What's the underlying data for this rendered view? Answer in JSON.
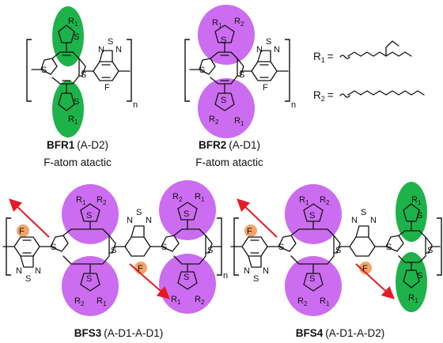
{
  "colors": {
    "green_highlight": "#1db24a",
    "purple_highlight": "#cc6cf0",
    "orange_highlight": "#f2a36a",
    "arrow_red": "#e51b24",
    "ink": "#111111"
  },
  "atoms": {
    "S": "S",
    "N": "N",
    "F": "F",
    "R1": "R",
    "R2": "R",
    "sub1": "1",
    "sub2": "2"
  },
  "polymer_index": "n",
  "side_chains": {
    "r1_label": "R",
    "r1_sub": "1",
    "r1_eq": "=",
    "r2_label": "R",
    "r2_sub": "2",
    "r2_eq": "="
  },
  "polymers": [
    {
      "id": "BFR1",
      "name": "BFR1",
      "type": "(A-D2)",
      "note": "F-atom atactic"
    },
    {
      "id": "BFR2",
      "name": "BFR2",
      "type": "(A-D1)",
      "note": "F-atom atactic"
    },
    {
      "id": "BFS3",
      "name": "BFS3",
      "type": "(A-D1-A-D1)"
    },
    {
      "id": "BFS4",
      "name": "BFS4",
      "type": "(A-D1-A-D2)"
    }
  ]
}
